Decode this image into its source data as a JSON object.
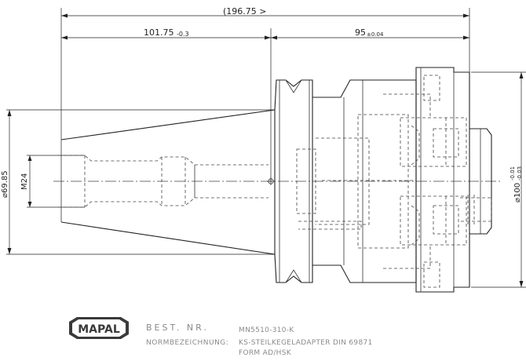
{
  "dimensions": {
    "overall_length": "(196.75 >",
    "taper_length": "101.75",
    "taper_length_tol": "-0.3",
    "adapter_length": "95",
    "adapter_length_tol": "±0.04",
    "flange_diameter": "⌀69.85",
    "thread": "M24",
    "head_diameter": "⌀100",
    "head_diameter_tol_upper": "-0.01",
    "head_diameter_tol_lower": "-0.03"
  },
  "logo": {
    "text": "MAPAL"
  },
  "title_block": {
    "order_no_label": "BEST. NR.",
    "order_no_value": "MN5510-310-K",
    "designation_label": "NORMBEZEICHNUNG:",
    "designation_value": "KS-STEILKEGELADAPTER DIN 69871",
    "form_value": "FORM AD/HSK"
  }
}
